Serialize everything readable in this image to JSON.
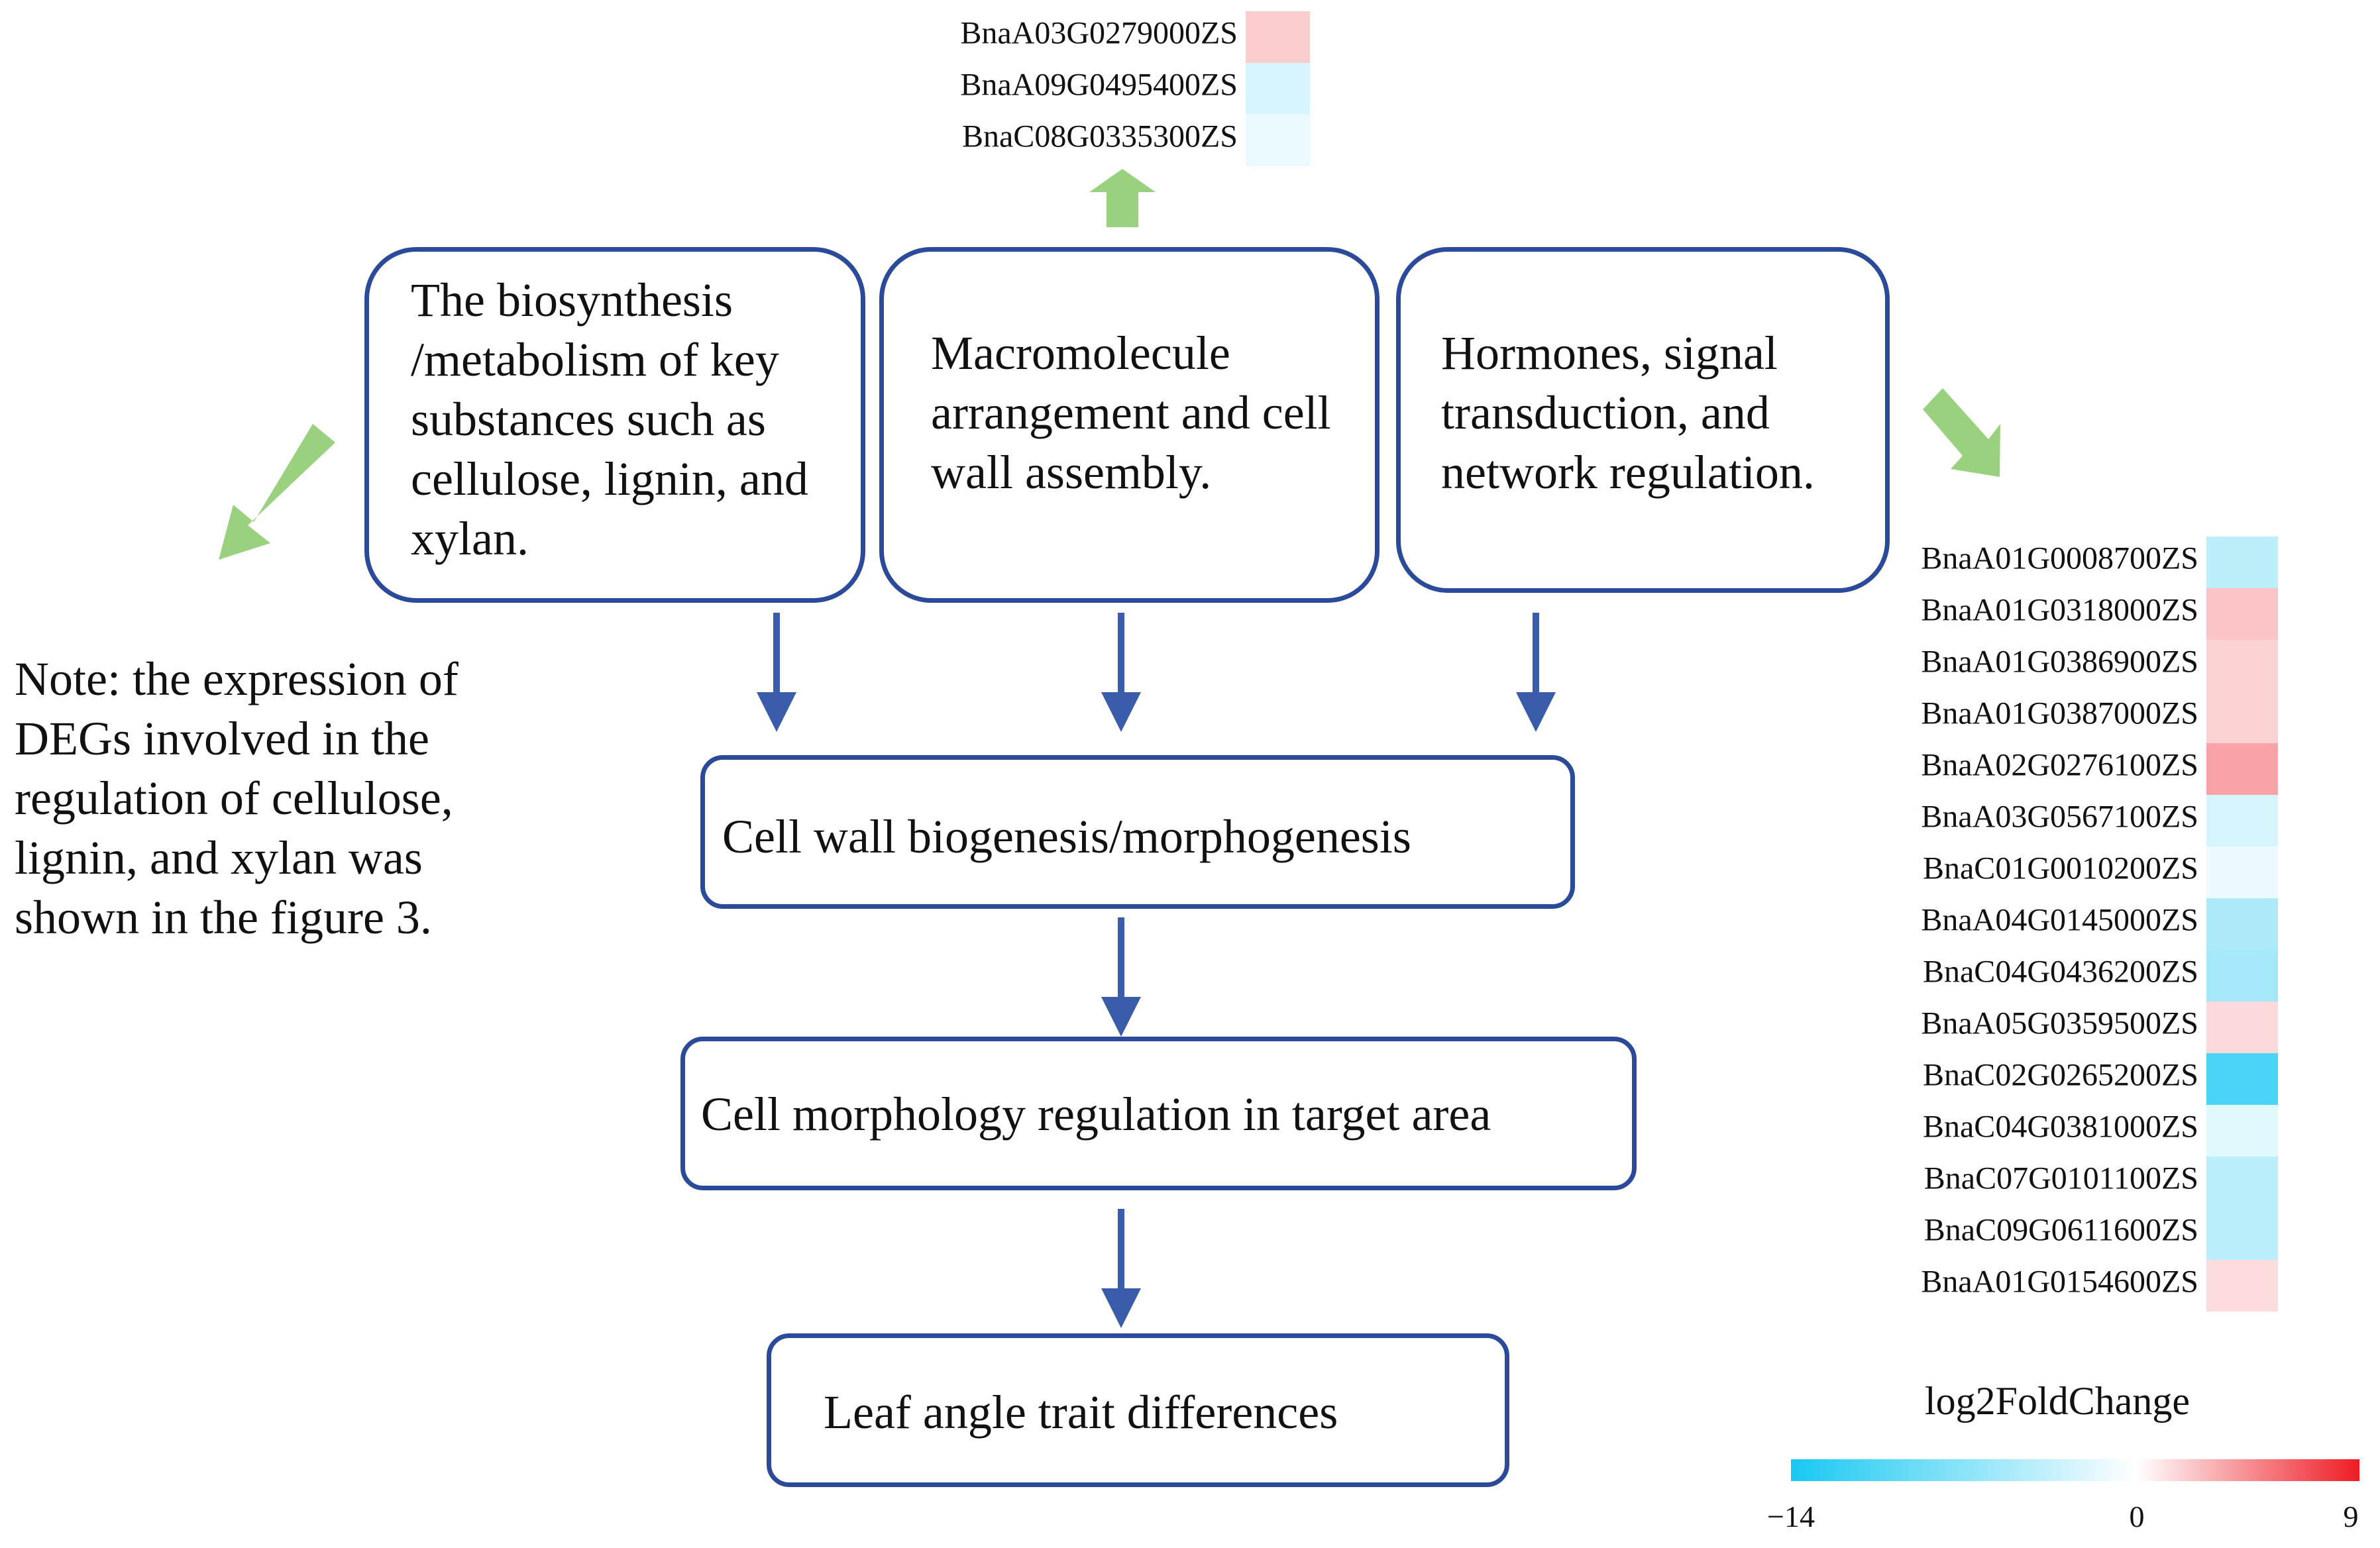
{
  "boxes": {
    "biosynthesis": "The biosynthesis\n/metabolism of key\nsubstances such as\ncellulose, lignin, and\nxylan.",
    "macromolecule": "Macromolecule\narrangement and cell\nwall assembly.",
    "hormones": "Hormones, signal\ntransduction, and\nnetwork regulation.",
    "biogenesis": "Cell wall biogenesis/morphogenesis",
    "morphology": "Cell morphology regulation in target area",
    "leaf_angle": "Leaf angle trait differences"
  },
  "note": "Note: the expression of\nDEGs involved in the\nregulation of cellulose,\nlignin, and xylan was\nshown in the figure 3.",
  "colors": {
    "box_border": "#2c4a9a",
    "flow_arrow": "#3a5dab",
    "green_arrow": "#99d17f",
    "scale_low": "#19c8f2",
    "scale_mid": "#ffffff",
    "scale_high": "#ee1c24"
  },
  "chart_data": [
    {
      "type": "heatmap",
      "value_label": "log2FoldChange",
      "rows": [
        "BnaA03G0279000ZS",
        "BnaA09G0495400ZS",
        "BnaC08G0335300ZS"
      ],
      "values": [
        2.0,
        -2.5,
        -1.2
      ]
    },
    {
      "type": "heatmap",
      "value_label": "log2FoldChange",
      "rows": [
        "BnaA01G0008700ZS",
        "BnaA01G0318000ZS",
        "BnaA01G0386900ZS",
        "BnaA01G0387000ZS",
        "BnaA02G0276100ZS",
        "BnaA03G0567100ZS",
        "BnaC01G0010200ZS",
        "BnaA04G0145000ZS",
        "BnaC04G0436200ZS",
        "BnaA05G0359500ZS",
        "BnaC02G0265200ZS",
        "BnaC04G0381000ZS",
        "BnaC07G0101100ZS",
        "BnaC09G0611600ZS",
        "BnaA01G0154600ZS"
      ],
      "values": [
        -4.0,
        2.3,
        1.8,
        1.8,
        3.6,
        -2.5,
        -1.1,
        -5.0,
        -5.5,
        1.5,
        -11.0,
        -1.8,
        -4.2,
        -4.2,
        1.4
      ]
    }
  ],
  "legend": {
    "title": "log2FoldChange",
    "min": -14,
    "mid": 0,
    "max": 9,
    "min_label": "−14",
    "mid_label": "0",
    "max_label": "9"
  }
}
